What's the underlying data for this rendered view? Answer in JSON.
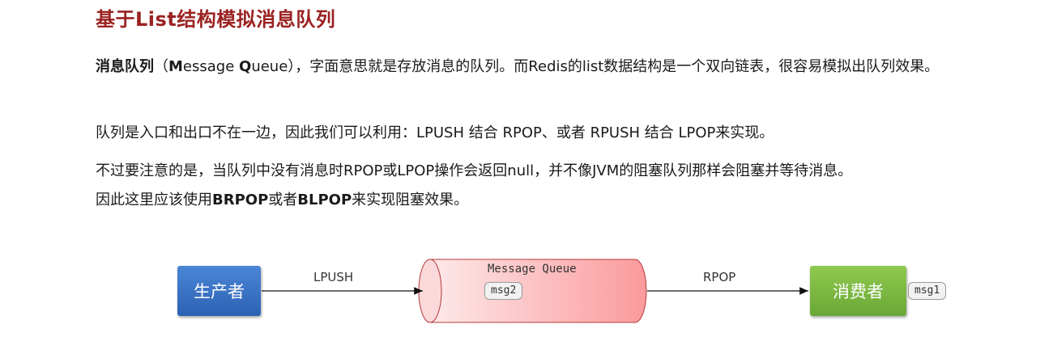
{
  "title": "基于List结构模拟消息队列",
  "para1": {
    "bold_term": "消息队列",
    "open": "（",
    "m_bold": "M",
    "m_rest": "essage ",
    "q_bold": "Q",
    "q_rest": "ueue",
    "rest": "），字面意思就是存放消息的队列。而Redis的list数据结构是一个双向链表，很容易模拟出队列效果。"
  },
  "para2": "队列是入口和出口不在一边，因此我们可以利用：LPUSH 结合 RPOP、或者 RPUSH 结合 LPOP来实现。",
  "para3": "不过要注意的是，当队列中没有消息时RPOP或LPOP操作会返回null，并不像JVM的阻塞队列那样会阻塞并等待消息。",
  "para4": {
    "prefix": "因此这里应该使用",
    "brpop": "BRPOP",
    "or": "或者",
    "blpop": "BLPOP",
    "suffix": "来实现阻塞效果。"
  },
  "diagram": {
    "producer": "生产者",
    "consumer": "消费者",
    "lpush": "LPUSH",
    "rpop": "RPOP",
    "queue_title": "Message Queue",
    "queue_msg": "msg2",
    "consumer_msg": "msg1",
    "colors": {
      "producer": "#3a73c6",
      "consumer": "#7bb941",
      "queue_left": "#fde9ea",
      "queue_right": "#fb9a9c",
      "title": "#9b2222"
    }
  }
}
